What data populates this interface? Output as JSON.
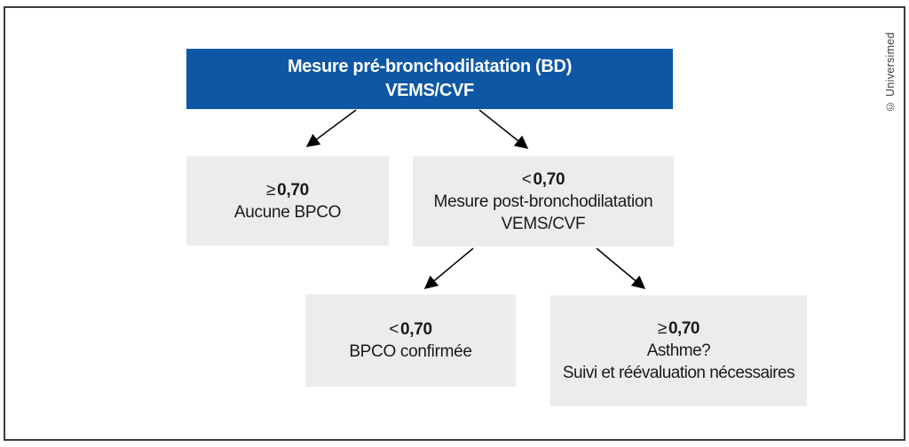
{
  "diagram": {
    "title_box": {
      "line1": "Mesure pré-bronchodilatation (BD)",
      "line2": "VEMS/CVF"
    },
    "nodes": {
      "no_copd": {
        "sign": "≥",
        "value": "0,70",
        "line1": "Aucune BPCO"
      },
      "post_bd": {
        "sign": "<",
        "value": "0,70",
        "line1": "Mesure post-bronchodilatation",
        "line2": "VEMS/CVF"
      },
      "copd_confirmed": {
        "sign": "<",
        "value": "0,70",
        "line1": "BPCO confirmée"
      },
      "asthma": {
        "sign": "≥",
        "value": "0,70",
        "line1": "Asthme?",
        "line2": "Suivi et réévaluation nécessaires"
      }
    },
    "watermark": "© Universimed"
  },
  "colors": {
    "primary_blue": "#0d57a5",
    "node_gray": "#ececec",
    "arrow_black": "#000000",
    "frame_border": "#3b3b3b",
    "title_text": "#ffffff",
    "body_text": "#1a1a1a",
    "watermark_text": "#3d3d3d"
  }
}
